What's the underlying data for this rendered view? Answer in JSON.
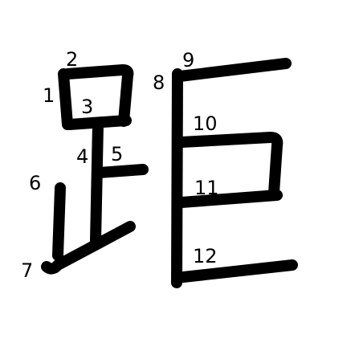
{
  "character": "距",
  "stroke_color": "#000000",
  "label_color": "#000000",
  "stroke_numbers": [
    "1",
    "2",
    "3",
    "4",
    "5",
    "6",
    "7",
    "8",
    "9",
    "10",
    "11",
    "12"
  ]
}
